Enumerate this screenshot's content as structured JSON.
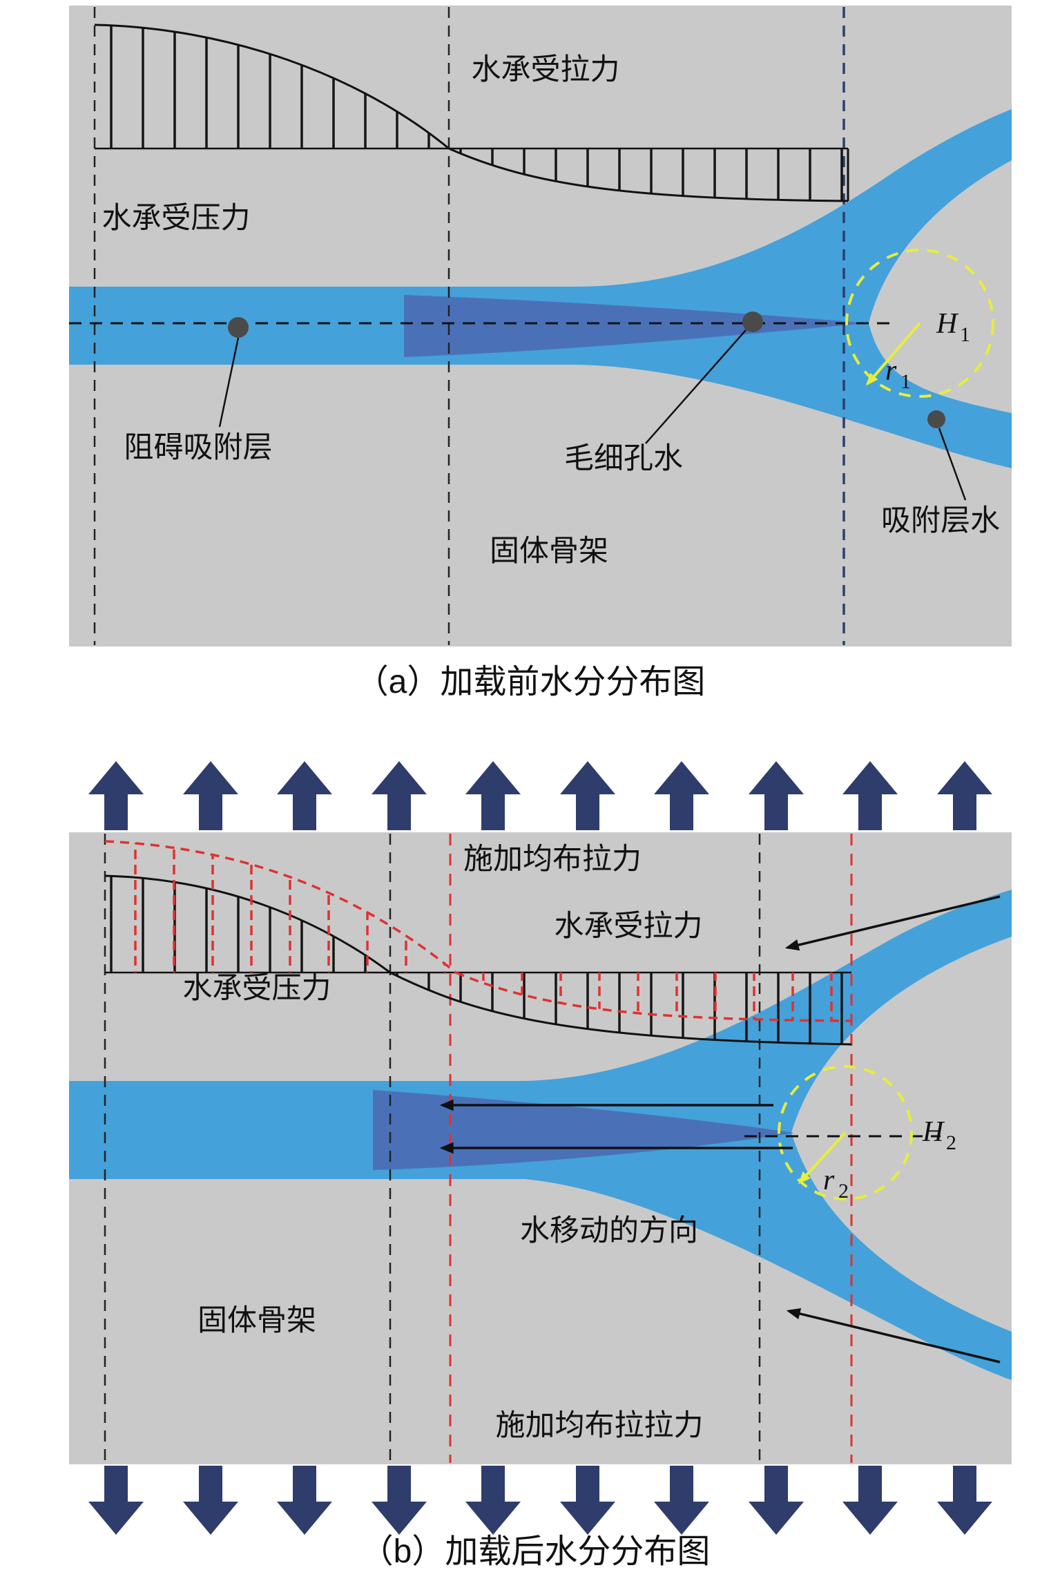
{
  "colors": {
    "panel_bg": "#c9c9c9",
    "water_blue": "#45a1da",
    "capillary_blue": "#4a71b8",
    "arrow_navy": "#2e3d6b",
    "red_dashed": "#e03131",
    "yellow_circle": "#e7ee3b",
    "hatch_black": "#151515",
    "dot_gray": "#4a4a4a"
  },
  "panel_a": {
    "caption": "（a）加载前水分分布图",
    "labels": {
      "tension": "水承受拉力",
      "compression": "水承受压力",
      "adsorption_barrier": "阻碍吸附层",
      "capillary_water": "毛细孔水",
      "adsorbed_layer_water": "吸附层水",
      "solid_skeleton": "固体骨架",
      "h_symbol": "H",
      "h_sub": "1",
      "r_symbol": "r",
      "r_sub": "1"
    }
  },
  "panel_b": {
    "caption": "（b）加载后水分分布图",
    "labels": {
      "applied_tension_top": "施加均布拉力",
      "tension": "水承受拉力",
      "compression": "水承受压力",
      "water_movement": "水移动的方向",
      "solid_skeleton": "固体骨架",
      "applied_tension_bottom": "施加均布拉拉力",
      "h_symbol": "H",
      "h_sub": "2",
      "r_symbol": "r",
      "r_sub": "2"
    }
  }
}
